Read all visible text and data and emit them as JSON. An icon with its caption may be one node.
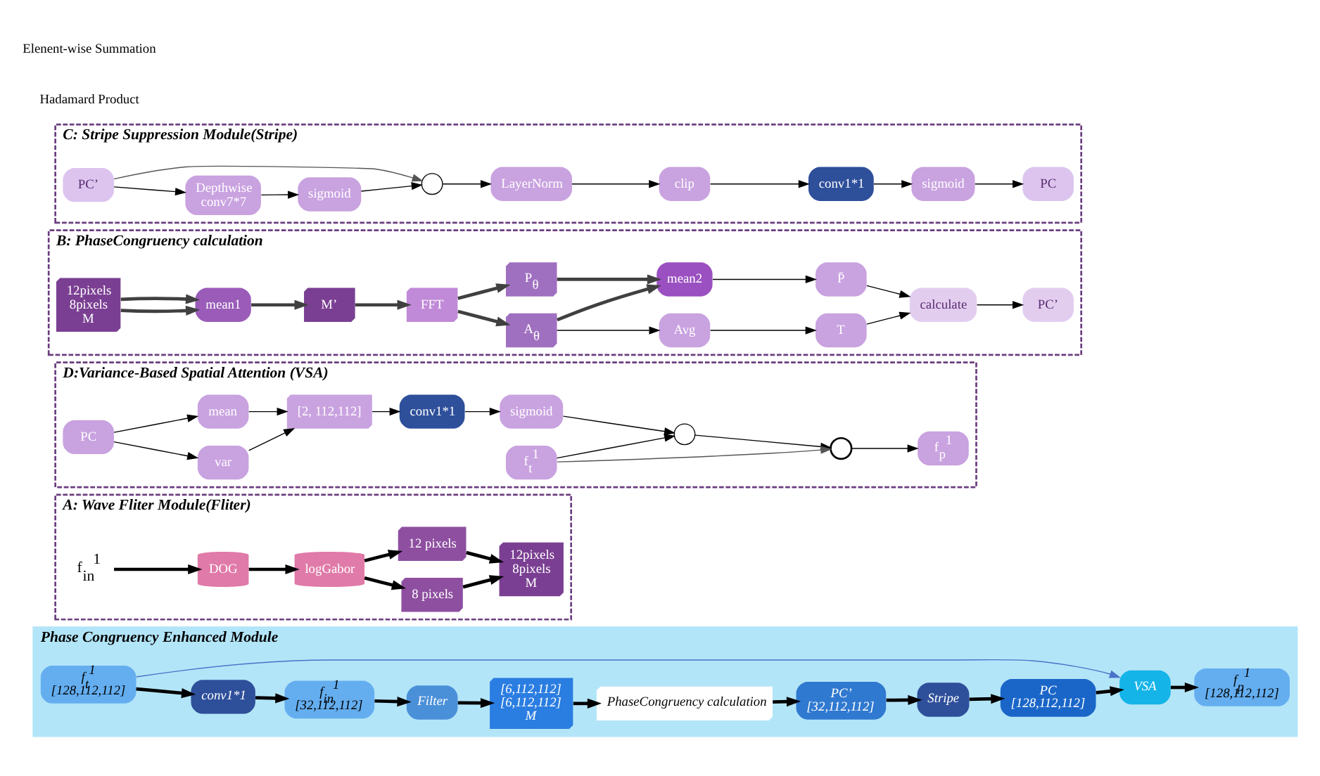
{
  "diagram": {
    "nodes": [
      {
        "text": [
          "Phase Congruency Enhanced Module"
        ]
      },
      {
        "text": [
          "f$_{t}$$^{1}$",
          "[128,112,112]"
        ],
        "in": 0
      },
      {
        "text": [
          "conv1*1"
        ],
        "in": 0
      },
      {
        "text": [
          "f$_{in}$$^{1}$",
          "[32,112,112]"
        ],
        "in": 0
      },
      {
        "text": [
          "Filter"
        ],
        "in": 0
      },
      {
        "text": [
          "[6,112,112]",
          "[6,112,112]",
          "M"
        ],
        "in": 0
      },
      {
        "text": [
          "PhaseCongruency calculation"
        ],
        "in": 0
      },
      {
        "text": [
          "PC’",
          "[32,112,112]"
        ],
        "in": 0
      },
      {
        "text": [
          "Stripe"
        ],
        "in": 0
      },
      {
        "text": [
          "PC",
          "[128,112,112]"
        ],
        "in": 0
      },
      {
        "text": [
          "VSA"
        ],
        "in": 0
      },
      {
        "text": [
          "f$_{p}$$^{1}$",
          "[128,112,112]"
        ],
        "in": 0
      },
      {
        "text": [
          "A: Wave Fliter Module(Fliter)"
        ]
      },
      {
        "text": [
          "f$_{in}$$^{1}$"
        ],
        "in": 12
      },
      {
        "text": [
          "DOG"
        ],
        "in": 12
      },
      {
        "text": [
          "logGabor"
        ],
        "in": 12
      },
      {
        "text": [
          "8 pixels"
        ],
        "in": 12
      },
      {
        "text": [
          "12 pixels"
        ],
        "in": 12
      },
      {
        "text": [
          "12pixels",
          "8pixels",
          "M"
        ],
        "in": 12
      },
      {
        "text": [
          "D:Variance-Based Spatial Attention (VSA)"
        ]
      },
      {
        "text": [
          "PC"
        ],
        "in": 19
      },
      {
        "text": [
          "var"
        ],
        "in": 19
      },
      {
        "text": [
          "mean"
        ],
        "in": 19
      },
      {
        "text": [
          "[2, 112,112]"
        ],
        "in": 19
      },
      {
        "text": [
          "conv1*1"
        ],
        "in": 19
      },
      {
        "text": [
          "sigmoid"
        ],
        "in": 19
      },
      {
        "text": [],
        "shape": "circle",
        "in": 19
      },
      {
        "text": [],
        "shape": "circle",
        "in": 19
      },
      {
        "text": [
          "f$_{p}$$^{1}$"
        ],
        "in": 19
      },
      {
        "text": [
          "f$_{t}$$^{1}$"
        ],
        "in": 19
      },
      {
        "text": [
          "B: PhaseCongruency calculation"
        ]
      },
      {
        "text": [
          "12pixels",
          "8pixels",
          "M"
        ],
        "in": 30
      },
      {
        "text": [
          "mean1"
        ],
        "in": 30
      },
      {
        "text": [
          "M’"
        ],
        "in": 30
      },
      {
        "text": [
          "FFT"
        ],
        "in": 30
      },
      {
        "text": [
          "A$_{θ}$"
        ],
        "in": 30
      },
      {
        "text": [
          "P$_{θ}$"
        ],
        "in": 30
      },
      {
        "text": [
          "mean2"
        ],
        "in": 30
      },
      {
        "text": [
          "Avg"
        ],
        "in": 30
      },
      {
        "text": [
          "T"
        ],
        "in": 30
      },
      {
        "text": [
          "P̄"
        ],
        "in": 30
      },
      {
        "text": [
          "calculate"
        ],
        "in": 30
      },
      {
        "text": [
          "PC’"
        ],
        "in": 30
      },
      {
        "text": [
          "C: Stripe Suppression Module(Stripe)"
        ]
      },
      {
        "text": [
          "PC’"
        ],
        "in": 43
      },
      {
        "text": [
          "Depthwise",
          "conv7*7"
        ],
        "in": 43
      },
      {
        "text": [
          "sigmoid"
        ],
        "in": 43
      },
      {
        "text": [],
        "shape": "circle",
        "in": 43
      },
      {
        "text": [
          "LayerNorm"
        ],
        "in": 43
      },
      {
        "text": [
          "clip"
        ],
        "in": 43
      },
      {
        "text": [
          "conv1*1"
        ],
        "in": 43
      },
      {
        "text": [
          "sigmoid"
        ],
        "in": 43
      },
      {
        "text": [
          "PC"
        ],
        "in": 43
      }
    ],
    "edges": [
      {
        "from": 1,
        "to": 2,
        "arrow": "to",
        "style": "thick"
      },
      {
        "from": 2,
        "to": 3,
        "arrow": "to",
        "style": "thick"
      },
      {
        "from": 3,
        "to": 4,
        "arrow": "to",
        "style": "thick"
      },
      {
        "from": 4,
        "to": 5,
        "arrow": "to",
        "style": "thick"
      },
      {
        "from": 5,
        "to": 6,
        "arrow": "to",
        "style": "thick"
      },
      {
        "from": 6,
        "to": 7,
        "arrow": "to",
        "style": "thick"
      },
      {
        "from": 7,
        "to": 8,
        "arrow": "to",
        "style": "thick"
      },
      {
        "from": 8,
        "to": 9,
        "arrow": "to",
        "style": "thick"
      },
      {
        "from": 9,
        "to": 10,
        "arrow": "to",
        "style": "thick"
      },
      {
        "from": 10,
        "to": 11,
        "arrow": "to",
        "style": "thick"
      },
      {
        "from": 1,
        "to": 10,
        "arrow": "to",
        "color": "#4a72c8"
      },
      {
        "from": 13,
        "to": 14,
        "arrow": "to",
        "style": "thick"
      },
      {
        "from": 14,
        "to": 15,
        "arrow": "to",
        "style": "thick"
      },
      {
        "from": 15,
        "to": 16,
        "arrow": "to",
        "style": "thick"
      },
      {
        "from": 15,
        "to": 17,
        "arrow": "to",
        "style": "thick"
      },
      {
        "from": 16,
        "to": 18,
        "arrow": "to",
        "style": "thick"
      },
      {
        "from": 17,
        "to": 18,
        "arrow": "to",
        "style": "thick"
      },
      {
        "from": 20,
        "to": 21,
        "arrow": "to"
      },
      {
        "from": 20,
        "to": 22,
        "arrow": "to"
      },
      {
        "from": 21,
        "to": 23,
        "arrow": "to"
      },
      {
        "from": 22,
        "to": 23,
        "arrow": "to"
      },
      {
        "from": 23,
        "to": 24,
        "arrow": "to"
      },
      {
        "from": 24,
        "to": 25,
        "arrow": "to"
      },
      {
        "from": 25,
        "to": 26,
        "arrow": "to"
      },
      {
        "from": 29,
        "to": 26,
        "arrow": "to"
      },
      {
        "from": 26,
        "to": 27,
        "arrow": "to"
      },
      {
        "from": 29,
        "to": 27,
        "arrow": "to",
        "color": "#555555"
      },
      {
        "from": 27,
        "to": 28,
        "arrow": "to"
      },
      {
        "from": 31,
        "to": 32,
        "arrow": "to",
        "style": "thick",
        "color": "#404040"
      },
      {
        "from": 31,
        "to": 32,
        "arrow": "to",
        "style": "thick",
        "color": "#404040"
      },
      {
        "from": 32,
        "to": 33,
        "arrow": "to",
        "style": "thick",
        "color": "#404040"
      },
      {
        "from": 33,
        "to": 34,
        "arrow": "to",
        "style": "thick",
        "color": "#404040"
      },
      {
        "from": 34,
        "to": 35,
        "arrow": "to",
        "style": "thick",
        "color": "#404040"
      },
      {
        "from": 34,
        "to": 36,
        "arrow": "to",
        "style": "thick",
        "color": "#404040"
      },
      {
        "from": 35,
        "to": 37,
        "arrow": "to",
        "style": "thick",
        "color": "#404040"
      },
      {
        "from": 36,
        "to": 37,
        "arrow": "to",
        "style": "thick",
        "color": "#404040"
      },
      {
        "from": 35,
        "to": 38,
        "arrow": "to"
      },
      {
        "from": 38,
        "to": 39,
        "arrow": "to"
      },
      {
        "from": 37,
        "to": 40,
        "arrow": "to"
      },
      {
        "from": 39,
        "to": 41,
        "arrow": "to"
      },
      {
        "from": 40,
        "to": 41,
        "arrow": "to"
      },
      {
        "from": 41,
        "to": 42,
        "arrow": "to"
      },
      {
        "from": 44,
        "to": 45,
        "arrow": "to"
      },
      {
        "from": 45,
        "to": 46,
        "arrow": "to"
      },
      {
        "from": 46,
        "to": 47,
        "arrow": "to"
      },
      {
        "from": 44,
        "to": 47,
        "arrow": "to",
        "color": "#555555"
      },
      {
        "from": 47,
        "to": 48,
        "arrow": "to"
      },
      {
        "from": 48,
        "to": 49,
        "arrow": "to"
      },
      {
        "from": 49,
        "to": 50,
        "arrow": "to"
      },
      {
        "from": 50,
        "to": 51,
        "arrow": "to"
      },
      {
        "from": 51,
        "to": 52,
        "arrow": "to"
      }
    ],
    "legend": [
      {
        "text": "Elenent-wise Summation"
      },
      {
        "text": "Hadamard Product"
      }
    ]
  }
}
